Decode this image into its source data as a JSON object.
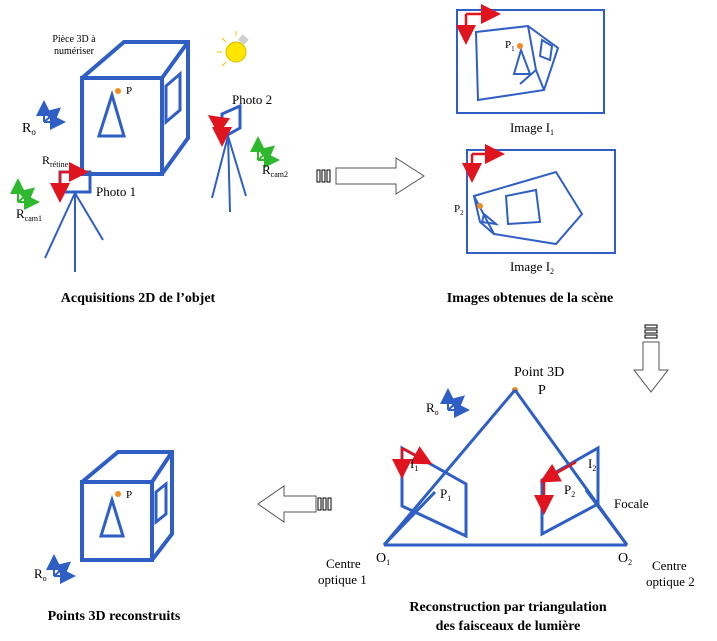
{
  "colors": {
    "blue": "#2f5fc4",
    "red": "#e0141e",
    "green": "#2db82d",
    "orange": "#f08c1e",
    "bulb": "#ffe600"
  },
  "panel1": {
    "object_label_line1": "Pièce 3D à",
    "object_label_line2": "numériser",
    "point_label": "P",
    "ref_main": "R",
    "ref_main_sub": "o",
    "retine_main": "R",
    "retine_sub": "rétine",
    "photo1": "Photo 1",
    "photo2": "Photo 2",
    "cam1_main": "R",
    "cam1_sub": "cam1",
    "cam2_main": "R",
    "cam2_sub": "cam2",
    "caption": "Acquisitions 2D de l’objet"
  },
  "panel2": {
    "image1_main": "Image I",
    "image1_sub": "1",
    "image2_main": "Image I",
    "image2_sub": "2",
    "p1_main": "P",
    "p1_sub": "1",
    "p2_main": "P",
    "p2_sub": "2",
    "caption": "Images obtenues de la scène"
  },
  "panel3": {
    "point3d": "Point 3D",
    "p": "P",
    "ref_main": "R",
    "ref_sub": "o",
    "i1_main": "I",
    "i1_sub": "1",
    "i2_main": "I",
    "i2_sub": "2",
    "p1_main": "P",
    "p1_sub": "1",
    "p2_main": "P",
    "p2_sub": "2",
    "focale": "Focale",
    "o1_main": "O",
    "o1_sub": "1",
    "o2_main": "O",
    "o2_sub": "2",
    "centre1_line1": "Centre",
    "centre1_line2": "optique 1",
    "centre2_line1": "Centre",
    "centre2_line2": "optique 2",
    "caption_line1": "Reconstruction par triangulation",
    "caption_line2": "des faisceaux de lumière"
  },
  "panel4": {
    "point_label": "P",
    "ref_main": "R",
    "ref_sub": "o",
    "caption": "Points 3D reconstruits"
  },
  "icons": [
    "light-bulb-icon",
    "right-arrow-icon",
    "down-arrow-icon",
    "left-arrow-icon",
    "axes-icon"
  ]
}
